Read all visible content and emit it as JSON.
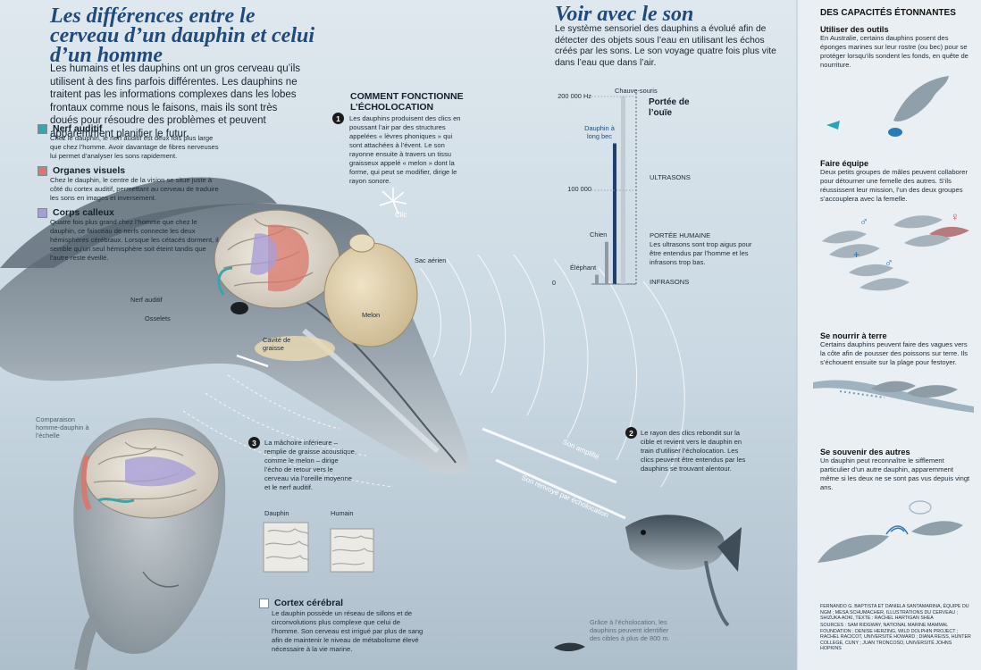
{
  "colors": {
    "heading_blue": "#1f4a7a",
    "nerve": "#3aa5a8",
    "visual": "#d9776a",
    "callosum": "#a79ed6",
    "cortex": "#ffffff"
  },
  "header": {
    "title": "Les différences entre le cerveau d’un dauphin et celui d’un homme",
    "lead": "Les humains et les dauphins ont un gros cerveau qu’ils utilisent à des fins parfois différentes. Les dauphins ne traitent pas les informations complexes dans les lobes frontaux comme nous le faisons, mais ils sont très doués pour résoudre des problèmes et peuvent apparemment planifier le futur."
  },
  "legend": [
    {
      "title": "Nerf auditif",
      "text": "Chez le dauphin, le nerf auditif est deux fois plus large que chez l’homme. Avoir davantage de fibres nerveuses lui permet d’analyser les sons rapidement."
    },
    {
      "title": "Organes visuels",
      "text": "Chez le dauphin, le centre de la vision se situe juste à côté du cortex auditif, permettant au cerveau de traduire les sons en images et inversement."
    },
    {
      "title": "Corps calleux",
      "text": "Quatre fois plus grand chez l’homme que chez le dauphin, ce faisceau de nerfs connecte les deux hémisphères cérébraux. Lorsque les cétacés dorment, il semble qu’un seul hémisphère soit éteint tandis que l’autre reste éveillé."
    }
  ],
  "echo": {
    "title": "COMMENT FONCTIONNE L’ÉCHOLOCATION",
    "step1": "Les dauphins produisent des clics en poussant l’air par des structures appelées « lèvres phoniques » qui sont attachées à l’évent. Le son rayonne ensuite à travers un tissu graisseux appelé « melon » dont la forme, qui peut se modifier, dirige le rayon sonore.",
    "step2": "Le rayon des clics rebondit sur la cible et revient vers le dauphin en train d’utiliser l’écholocation. Les clics peuvent être entendus par les dauphins se trouvant alentour.",
    "step3": "La mâchoire inférieure – remplie de graisse acoustique, comme le melon – dirige l’écho de retour vers le cerveau via l’oreille moyenne et le nerf auditif.",
    "n1": "1",
    "n2": "2",
    "n3": "3"
  },
  "labels": {
    "clic": "Clic",
    "sac": "Sac aérien",
    "nerf": "Nerf auditif",
    "osselets": "Osselets",
    "melon": "Melon",
    "cavite": "Cavité de graisse",
    "amplifie": "Son amplifié",
    "renvoye": "Son renvoyé par écholocation",
    "comparaison": "Comparaison homme-dauphin à l’échelle",
    "dauphin": "Dauphin",
    "humain": "Humain",
    "cible": "Grâce à l’écholocation, les dauphins peuvent identifier des cibles à plus de 800 m."
  },
  "cortex": {
    "title": "Cortex cérébral",
    "text": "Le dauphin possède un réseau de sillons et de circonvolutions plus complexe que celui de l’homme. Son cerveau est irrigué par plus de sang afin de maintenir le niveau de métabolisme élevé nécessaire à la vie marine."
  },
  "son": {
    "title": "Voir avec le son",
    "lead": "Le système sensoriel des dauphins a évolué afin de détecter des objets sous l’eau en utilisant les échos créés par les sons. Le son voyage quatre fois plus vite dans l’eau que dans l’air."
  },
  "chart_data": {
    "type": "bar",
    "title": "Portée de l’ouïe",
    "categories": [
      "Éléphant",
      "Chien",
      "Dauphin à long bec",
      "Chauve-souris"
    ],
    "series": [
      {
        "values": [
          10000,
          45000,
          150000,
          200000
        ]
      }
    ],
    "yticks": [
      {
        "value": 0,
        "label": "0"
      },
      {
        "value": 100000,
        "label": "100 000"
      },
      {
        "value": 200000,
        "label": "200 000 Hz"
      }
    ],
    "ylim": [
      0,
      200000
    ],
    "bands": {
      "ultrasons": "ULTRASONS",
      "humaine_title": "PORTÉE HUMAINE",
      "humaine_text": "Les ultrasons sont trop aigus pour être entendus par l’homme et les infrasons trop bas.",
      "infrasons": "INFRASONS"
    }
  },
  "sidebar": {
    "title": "DES CAPACITÉS ÉTONNANTES",
    "items": [
      {
        "title": "Utiliser des outils",
        "text": "En Australie, certains dauphins posent des éponges marines sur leur rostre (ou bec) pour se protéger lorsqu’ils sondent les fonds, en quête de nourriture."
      },
      {
        "title": "Faire équipe",
        "text": "Deux petits groupes de mâles peuvent collaborer pour détourner une femelle des autres. S’ils réussissent leur mission, l’un des deux groupes s’accouplera avec la femelle."
      },
      {
        "title": "Se nourrir à terre",
        "text": "Certains dauphins peuvent faire des vagues vers la côte afin de pousser des poissons sur terre. Ils s’échouent ensuite sur la plage pour festoyer."
      },
      {
        "title": "Se souvenir des autres",
        "text": "Un dauphin peut reconnaître le sifflement particulier d’un autre dauphin, apparemment même si les deux ne se sont pas vus depuis vingt ans."
      }
    ],
    "symbols": {
      "male": "♂",
      "female": "♀",
      "plus": "+"
    },
    "credits": "FERNANDO G. BAPTISTA ET DANIELA SANTAMARINA, ÉQUIPE DU NGM ; MESA SCHUMACHER, ILLUSTRATIONS DU CERVEAU ; SHIZUKA AOKI, TEXTE : RACHEL HARTIGAN SHEA",
    "sources": "SOURCES : SAM RIDGWAY, NATIONAL MARINE MAMMAL FOUNDATION ; DENISE HERZING, WILD DOLPHIN PROJECT ; RACHEL RACICOT, UNIVERSITÉ HOWARD ; DIANA REISS, HUNTER COLLEGE, CUNY ; JUAN TRONCOSO, UNIVERSITÉ JOHNS HOPKINS"
  }
}
